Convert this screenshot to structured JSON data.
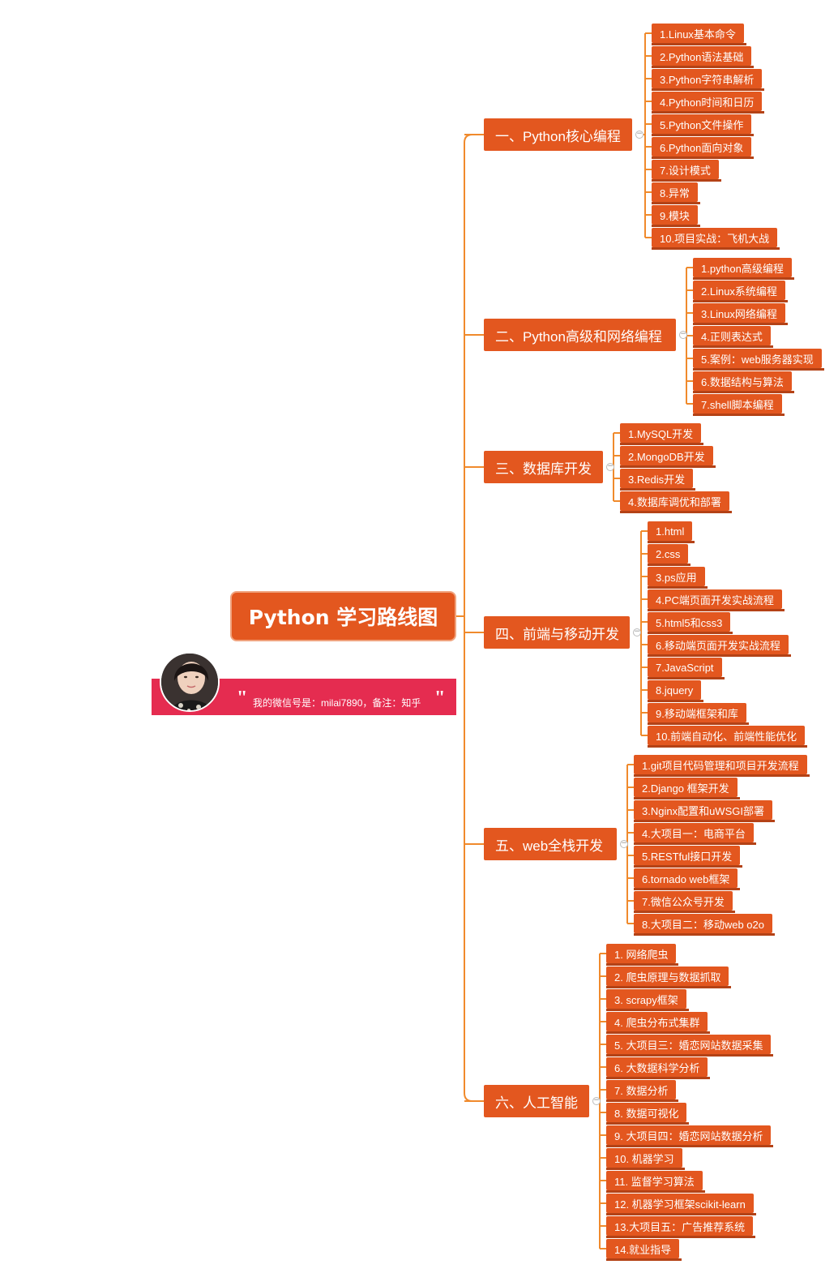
{
  "title": "Python 学习路线图",
  "banner": {
    "text": "我的微信号是：milai7890，备注：知乎"
  },
  "colors": {
    "accent": "#e3571f",
    "line": "#f08a2c",
    "banner": "#e52c50"
  },
  "branches": [
    {
      "label": "一、Python核心编程",
      "items": [
        "1.Linux基本命令",
        "2.Python语法基础",
        "3.Python字符串解析",
        "4.Python时间和日历",
        "5.Python文件操作",
        "6.Python面向对象",
        "7.设计模式",
        "8.异常",
        "9.模块",
        "10.项目实战：飞机大战"
      ]
    },
    {
      "label": "二、Python高级和网络编程",
      "items": [
        "1.python高级编程",
        "2.Linux系统编程",
        "3.Linux网络编程",
        "4.正则表达式",
        "5.案例：web服务器实现",
        "6.数据结构与算法",
        "7.shell脚本编程"
      ]
    },
    {
      "label": "三、数据库开发",
      "items": [
        "1.MySQL开发",
        "2.MongoDB开发",
        "3.Redis开发",
        "4.数据库调优和部署"
      ]
    },
    {
      "label": "四、前端与移动开发",
      "items": [
        "1.html",
        "2.css",
        "3.ps应用",
        "4.PC端页面开发实战流程",
        "5.html5和css3",
        "6.移动端页面开发实战流程",
        "7.JavaScript",
        "8.jquery",
        "9.移动端框架和库",
        "10.前端自动化、前端性能优化"
      ]
    },
    {
      "label": "五、web全栈开发",
      "items": [
        "1.git项目代码管理和项目开发流程",
        "2.Django 框架开发",
        "3.Nginx配置和uWSGI部署",
        "4.大项目一：电商平台",
        "5.RESTful接口开发",
        "6.tornado web框架",
        "7.微信公众号开发",
        "8.大项目二：移动web o2o"
      ]
    },
    {
      "label": "六、人工智能",
      "items": [
        "1. 网络爬虫",
        "2. 爬虫原理与数据抓取",
        "3. scrapy框架",
        "4. 爬虫分布式集群",
        "5. 大项目三：婚恋网站数据采集",
        "6. 大数据科学分析",
        "7. 数据分析",
        "8. 数据可视化",
        "9. 大项目四：婚恋网站数据分析",
        "10. 机器学习",
        "11. 监督学习算法",
        "12. 机器学习框架scikit-learn",
        "13.大项目五：广告推荐系统",
        "14.就业指导"
      ]
    }
  ]
}
